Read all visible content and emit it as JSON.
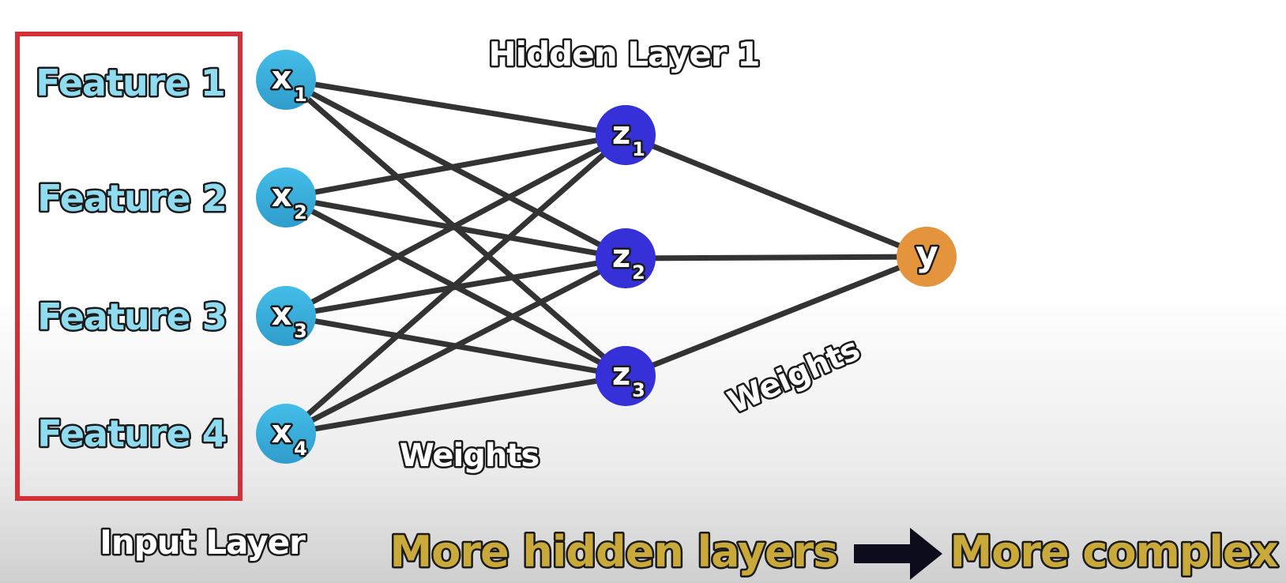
{
  "features": [
    "Feature 1",
    "Feature 2",
    "Feature 3",
    "Feature 4"
  ],
  "input_layer_label": "Input Layer",
  "hidden_layer_label": "Hidden Layer 1",
  "weights_label_1": "Weights",
  "weights_label_2": "Weights",
  "input_nodes": [
    {
      "letter": "x",
      "sub": "1"
    },
    {
      "letter": "x",
      "sub": "2"
    },
    {
      "letter": "x",
      "sub": "3"
    },
    {
      "letter": "x",
      "sub": "4"
    }
  ],
  "hidden_nodes": [
    {
      "letter": "z",
      "sub": "1"
    },
    {
      "letter": "z",
      "sub": "2"
    },
    {
      "letter": "z",
      "sub": "3"
    }
  ],
  "output_node": {
    "letter": "y"
  },
  "caption": {
    "left": "More hidden layers",
    "right": "More complex"
  },
  "colors": {
    "input_node": "#3fb4e0",
    "hidden_node": "#3530d8",
    "output_node": "#e3943d",
    "edge": "#333333",
    "feature_text": "#8fdcf0",
    "caption_text": "#c9a93a",
    "input_box": "#d3303a",
    "arrow": "#0c0c1c"
  }
}
